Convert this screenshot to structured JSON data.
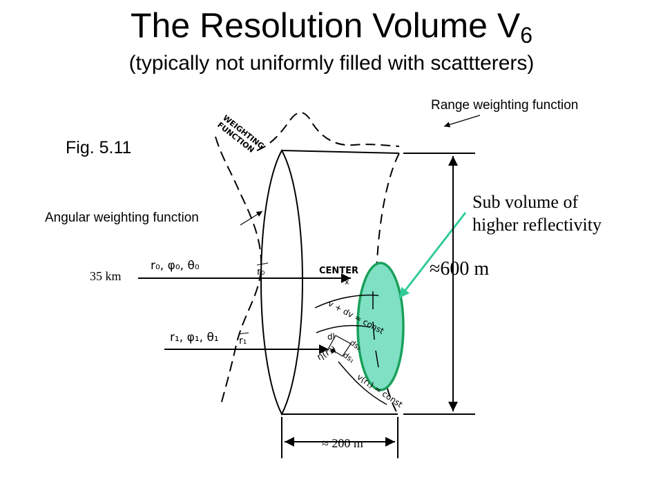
{
  "title": {
    "main": "The Resolution Volume V",
    "subscript": "6"
  },
  "subtitle": "(typically not uniformly filled with scattterers)",
  "figure_label": "Fig. 5.11",
  "labels": {
    "range_weighting": "Range weighting function",
    "angular_weighting": "Angular weighting function",
    "sub_volume": [
      "Sub volume of",
      "higher reflectivity"
    ],
    "range_35": "35 km",
    "height_600": "≈600 m",
    "width_200": "≈ 200 m"
  },
  "figure_text": {
    "weighting_function": [
      "WEIGHTING",
      "FUNCTION"
    ],
    "center": "CENTER",
    "center_axis": "x",
    "r0_params": "r₀, φ₀, θ₀",
    "r0_vector": "r₀",
    "r1_params": "r₁, φ₁, θ₁",
    "r1_vector": "r₁",
    "v_plus_dv": "v + dv = const",
    "v_const": "v(r₁) = const",
    "dl": "dl",
    "ds2": "ds₂",
    "ds1": "ds₁",
    "eta": "η(r₁)"
  },
  "colors": {
    "sub_volume_fill": "#7fe0c4",
    "sub_volume_stroke": "#1aa05a",
    "pointer_arrow": "#33cc99"
  }
}
